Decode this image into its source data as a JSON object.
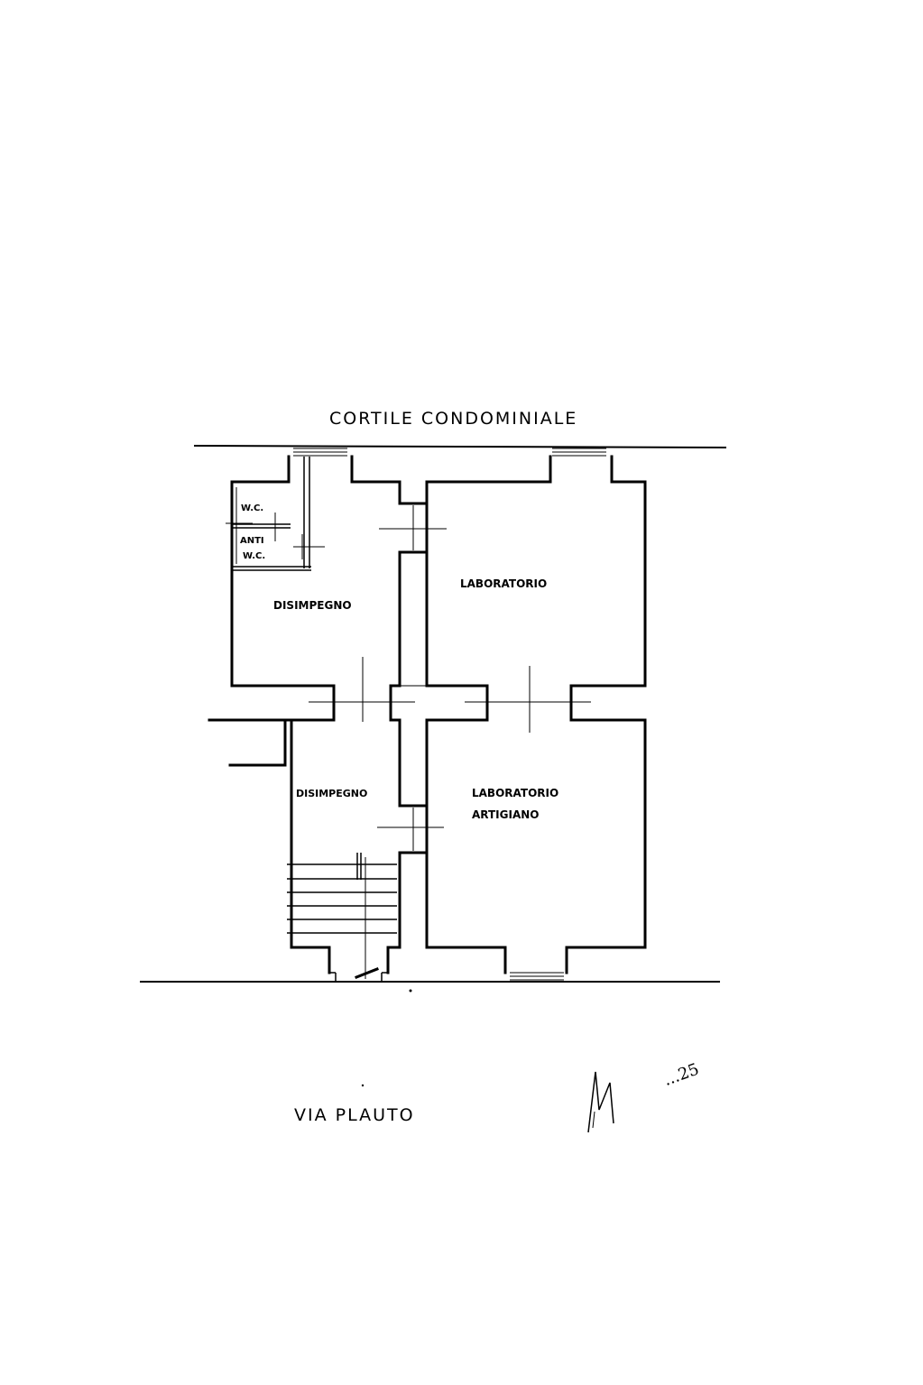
{
  "header": {
    "courtyard_label": "CORTILE CONDOMINIALE"
  },
  "footer": {
    "street_label": "VIA PLAUTO"
  },
  "rooms": {
    "wc": "W.C.",
    "anti_wc_line1": "ANTI",
    "anti_wc_line2": "W.C.",
    "disimpegno_top": "DISIMPEGNO",
    "laboratorio": "LABORATORIO",
    "disimpegno_bottom": "DISIMPEGNO",
    "laboratorio_artigiano_line1": "LABORATORIO",
    "laboratorio_artigiano_line2": "ARTIGIANO"
  },
  "signature": {
    "mark": "M",
    "trailing": "...25"
  }
}
